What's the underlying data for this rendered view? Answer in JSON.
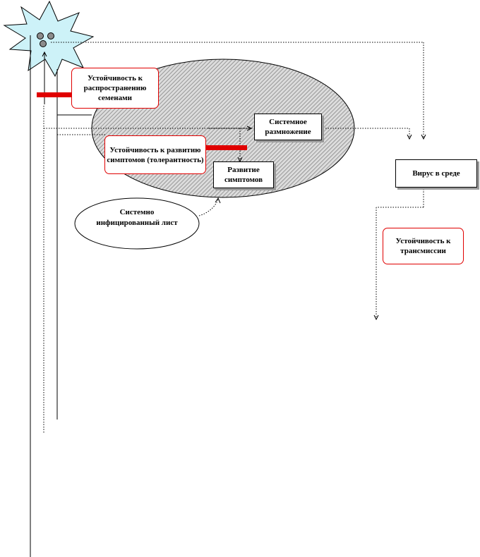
{
  "nodes": {
    "resistance_spread": "Устойчивость к распространению семенами",
    "systemic_reproduction": "Системное размножение",
    "resistance_symptoms": "Устойчивость к развитию симптомов (толерантность)",
    "symptom_development": "Развитие симптомов",
    "infected_leaf": "Системно инфицированный лист",
    "virus_in_environment": "Вирус в среде",
    "resistance_transmission": "Устойчивость к трансмиссии"
  },
  "colors": {
    "inhibitor_bar": "#e00000",
    "box_border_red": "#e00000",
    "star_fill": "#cdf2f8",
    "ellipse_hatch": "#7a7a7a"
  }
}
